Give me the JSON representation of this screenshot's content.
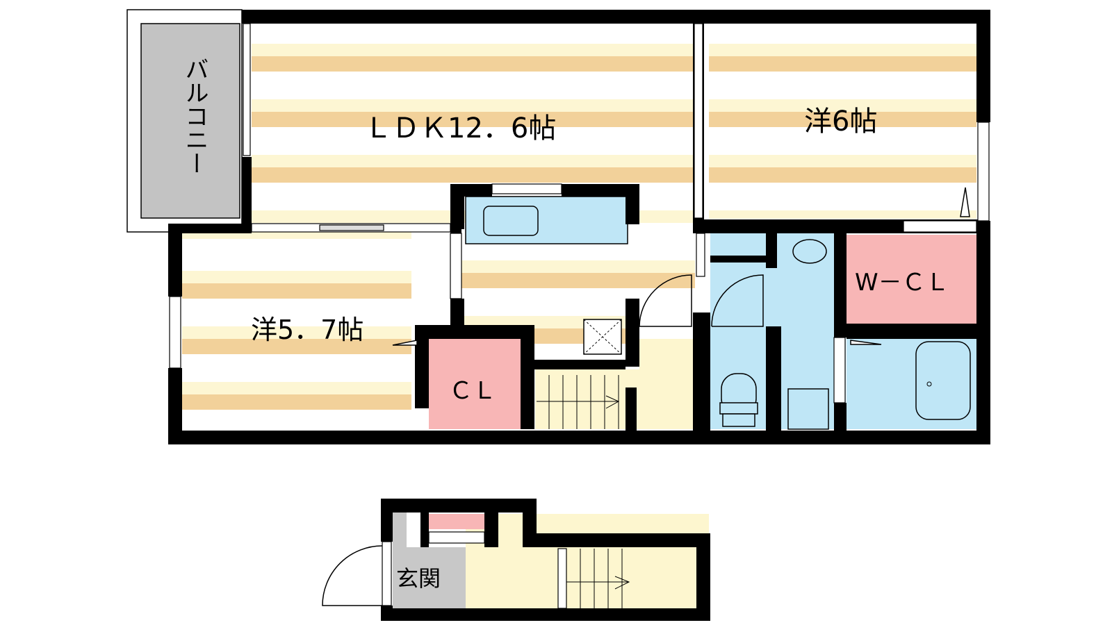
{
  "rooms": {
    "ldk": "ＬＤＫ12．6帖",
    "western_6": "洋6帖",
    "western_5_7": "洋5．7帖",
    "closet": "ＣＬ",
    "walk_in_closet": "W－ＣＬ",
    "balcony": "バルコニー",
    "entrance": "玄関"
  },
  "colors": {
    "wall": "#000000",
    "floor_stripe": "#f2d19a",
    "floor_stripe_light": "#fdf6d3",
    "closet": "#f8b6b6",
    "wet_area": "#bfe6f6",
    "hall": "#fdf6cf",
    "balcony": "#c3c3c3",
    "entrance_tile": "#c8c8c8"
  }
}
